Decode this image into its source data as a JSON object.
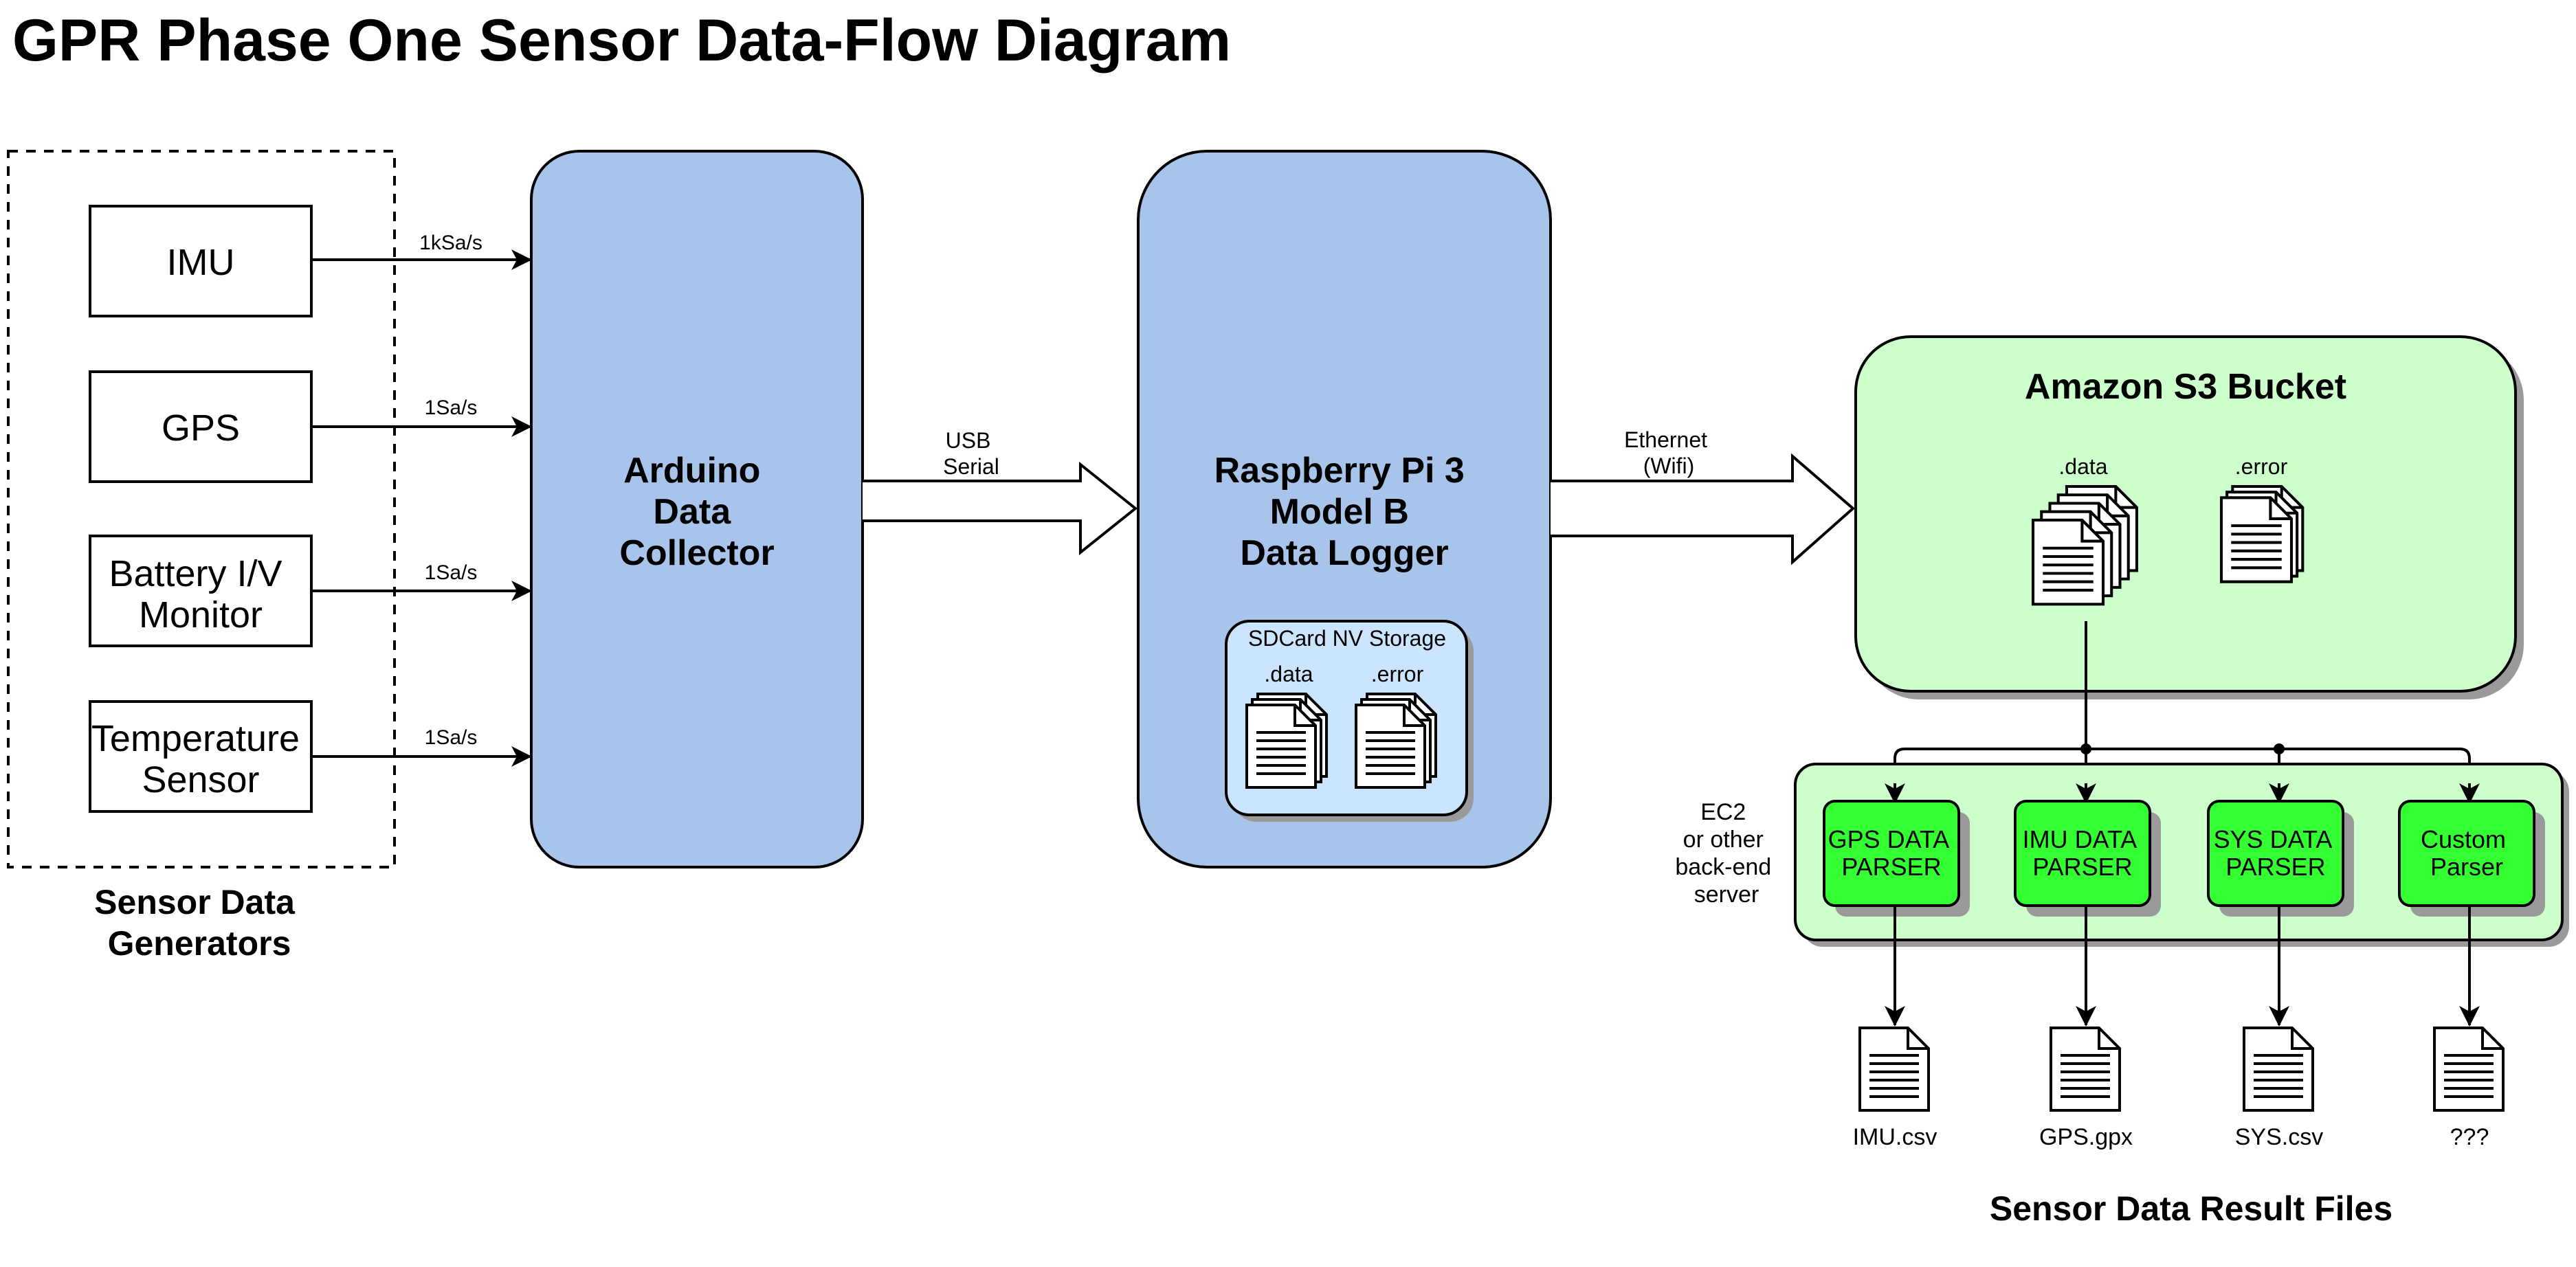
{
  "title": "GPR Phase One Sensor Data-Flow Diagram",
  "sensors": {
    "group_label": [
      "Sensor Data",
      "Generators"
    ],
    "items": [
      {
        "label": [
          "IMU"
        ],
        "rate": "1kSa/s"
      },
      {
        "label": [
          "GPS"
        ],
        "rate": "1Sa/s"
      },
      {
        "label": [
          "Battery I/V",
          "Monitor"
        ],
        "rate": "1Sa/s"
      },
      {
        "label": [
          "Temperature",
          "Sensor"
        ],
        "rate": "1Sa/s"
      }
    ]
  },
  "arduino": {
    "label": [
      "Arduino",
      "Data",
      "Collector"
    ]
  },
  "usb_link": {
    "label": [
      "USB",
      "Serial"
    ]
  },
  "raspberry": {
    "label": [
      "Raspberry Pi 3",
      "Model B",
      "Data Logger"
    ],
    "storage": {
      "label": "SDCard NV Storage",
      "files": [
        ".data",
        ".error"
      ]
    }
  },
  "ethernet_link": {
    "label": [
      "Ethernet",
      "(Wifi)"
    ]
  },
  "s3": {
    "label": "Amazon S3 Bucket",
    "files": [
      ".data",
      ".error"
    ]
  },
  "server": {
    "label": [
      "EC2",
      "or other",
      "back-end",
      "server"
    ],
    "parsers": [
      {
        "label": [
          "GPS DATA",
          "PARSER"
        ]
      },
      {
        "label": [
          "IMU DATA",
          "PARSER"
        ]
      },
      {
        "label": [
          "SYS DATA",
          "PARSER"
        ]
      },
      {
        "label": [
          "Custom",
          "Parser"
        ]
      }
    ]
  },
  "results": {
    "heading": "Sensor Data Result Files",
    "files": [
      "IMU.csv",
      "GPS.gpx",
      "SYS.csv",
      "???"
    ]
  },
  "colors": {
    "blue_box": "#a9c4eb",
    "blue_light": "#cce5ff",
    "green_box": "#ccffcc",
    "green_parser": "#33ff33",
    "shadow": "#9a9a9a"
  }
}
